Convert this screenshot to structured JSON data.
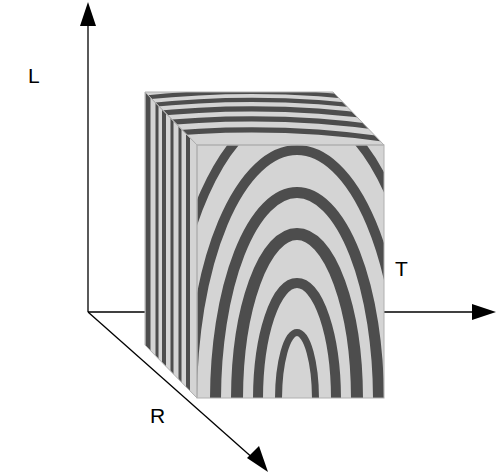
{
  "diagram": {
    "labels": [
      "L",
      "T",
      "R"
    ]
  }
}
